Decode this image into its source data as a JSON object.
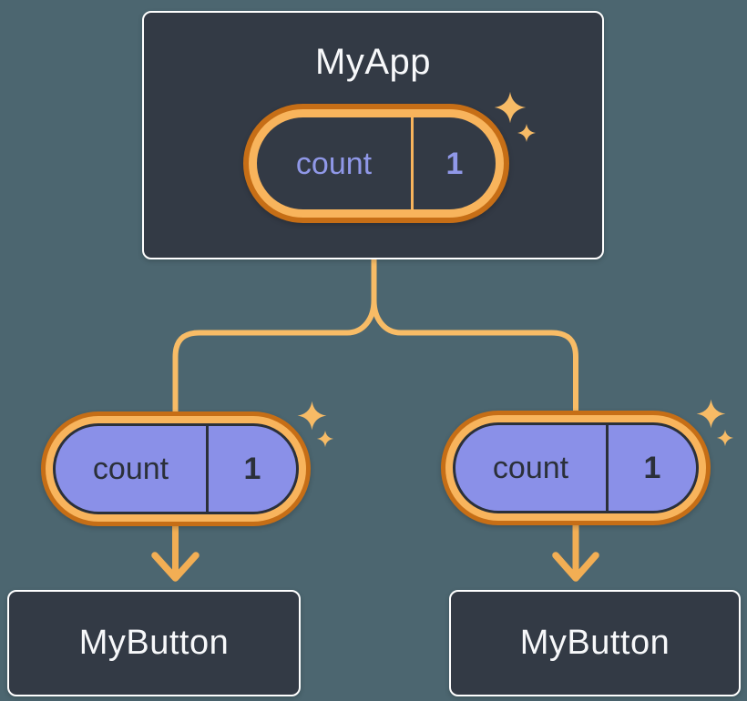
{
  "diagram": {
    "root": {
      "title": "MyApp",
      "state": {
        "name": "count",
        "value": "1"
      }
    },
    "children": [
      {
        "title": "MyButton",
        "state": {
          "name": "count",
          "value": "1"
        }
      },
      {
        "title": "MyButton",
        "state": {
          "name": "count",
          "value": "1"
        }
      }
    ],
    "colors": {
      "background": "#4C6670",
      "node_fill": "#333A45",
      "node_border": "#FFFFFF",
      "pill_ring_dark_orange": "#C66E16",
      "pill_ring_light_orange": "#F8B45C",
      "pill_fill_periwinkle": "#8A90E8",
      "state_text_periwinkle": "#9098E8",
      "state_text_dark": "#2B3039",
      "connector": "#F8BC66",
      "arrow": "#F2AE54",
      "sparkle": "#F7BB66"
    }
  }
}
